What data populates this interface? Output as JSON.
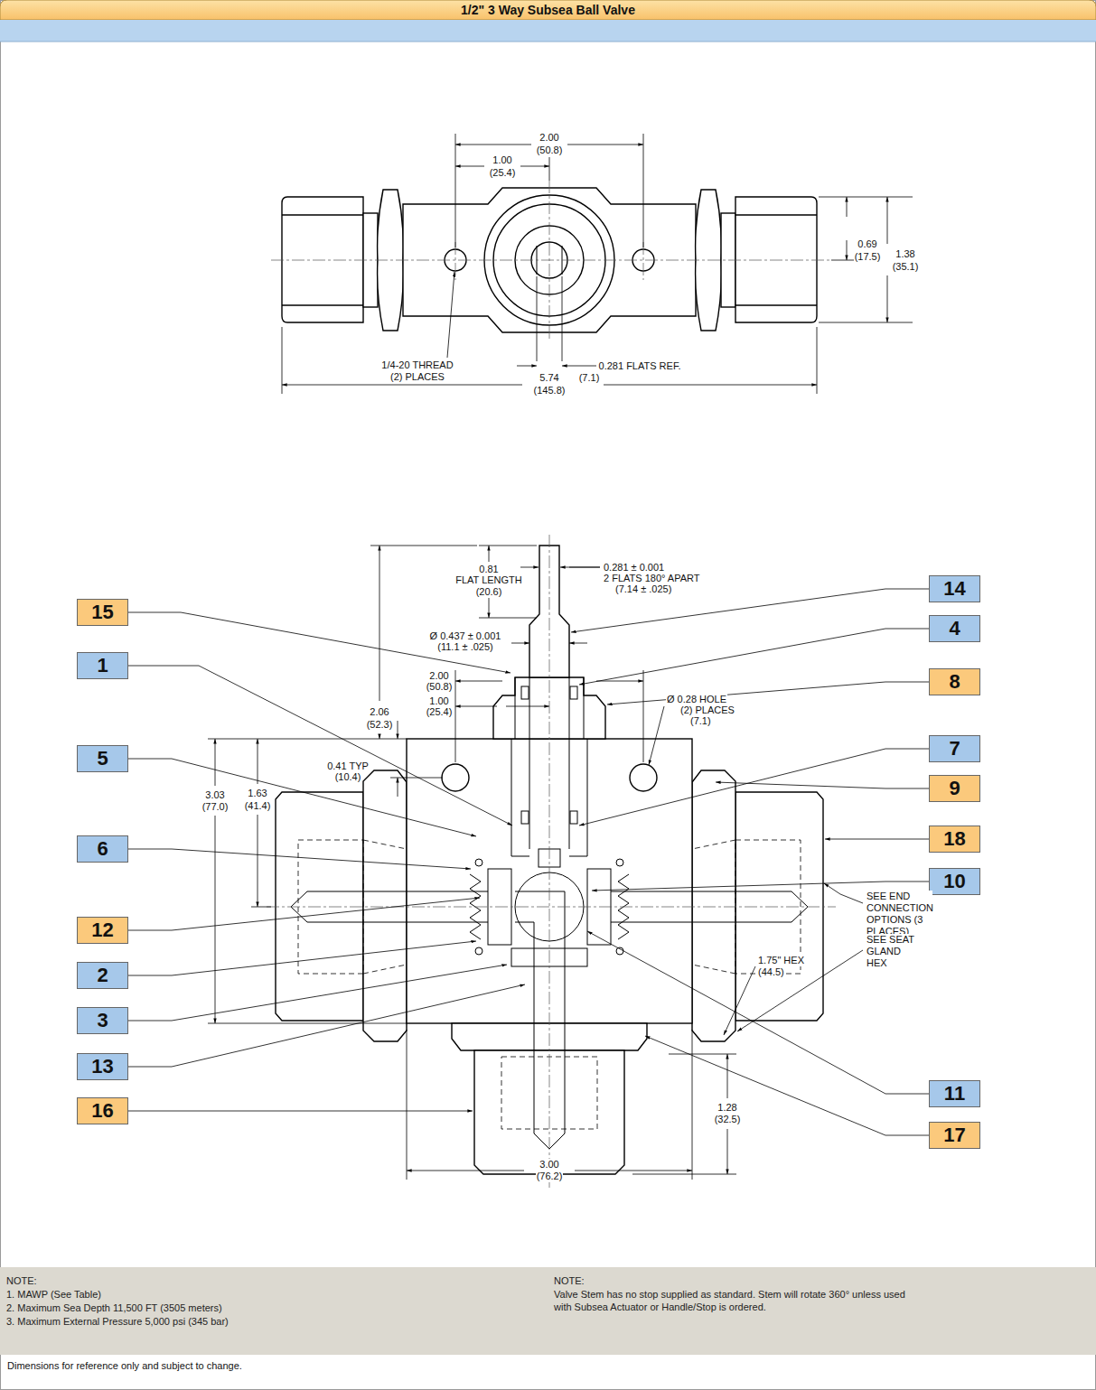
{
  "diagram": {
    "title": "1/2\" 3 Way Subsea Ball Valve",
    "nodes": [
      {
        "text": [
          "15"
        ]
      },
      {
        "text": [
          "1"
        ]
      },
      {
        "text": [
          "5"
        ]
      },
      {
        "text": [
          "6"
        ]
      },
      {
        "text": [
          "12"
        ]
      },
      {
        "text": [
          "2"
        ]
      },
      {
        "text": [
          "3"
        ]
      },
      {
        "text": [
          "13"
        ]
      },
      {
        "text": [
          "16"
        ]
      },
      {
        "text": [
          "14"
        ]
      },
      {
        "text": [
          "4"
        ]
      },
      {
        "text": [
          "8"
        ]
      },
      {
        "text": [
          "7"
        ]
      },
      {
        "text": [
          "9"
        ]
      },
      {
        "text": [
          "18"
        ]
      },
      {
        "text": [
          "10"
        ]
      },
      {
        "text": [
          "11"
        ]
      },
      {
        "text": [
          "17"
        ]
      },
      {
        "text": [
          "NOTE:",
          "1. MAWP (See Table)",
          "2. Maximum Sea Depth 11,500 FT (3505 meters)",
          "3. Maximum External Pressure 5,000 psi (345 bar)",
          "NOTE:",
          "Valve Stem has no stop supplied as standard. Stem will rotate 360° unless used with Subsea Actuator or Handle/Stop is ordered."
        ]
      }
    ],
    "labels": [
      "2.00",
      "(50.8)",
      "1.00",
      "(25.4)",
      "0.69",
      "(17.5)",
      "1.38",
      "(35.1)",
      "1/4-20 THREAD",
      "(2) PLACES",
      "0.281 FLATS REF.",
      "(7.1)",
      "5.74",
      "(145.8)",
      "0.281 ± 0.001",
      "2 FLATS 180° APART",
      "(7.14 ± .025)",
      "0.81",
      "FLAT LENGTH",
      "(20.6)",
      "Ø 0.437 ± 0.001",
      "(11.1 ± .025)",
      "2.00",
      "(50.8)",
      "1.00",
      "(25.4)",
      "Ø 0.28 HOLE",
      "(2) PLACES",
      "(7.1)",
      "2.06",
      "(52.3)",
      "0.41 TYP",
      "(10.4)",
      "1.63",
      "(41.4)",
      "3.03",
      "(77.0)",
      "SEE END CONNECTION OPTIONS (3 PLACES)",
      "1.75\" HEX",
      "(44.5)",
      "SEE SEAT GLAND HEX",
      "1.28",
      "(32.5)",
      "3.00",
      "(76.2)",
      "Dimensions for reference only and subject to change."
    ]
  }
}
